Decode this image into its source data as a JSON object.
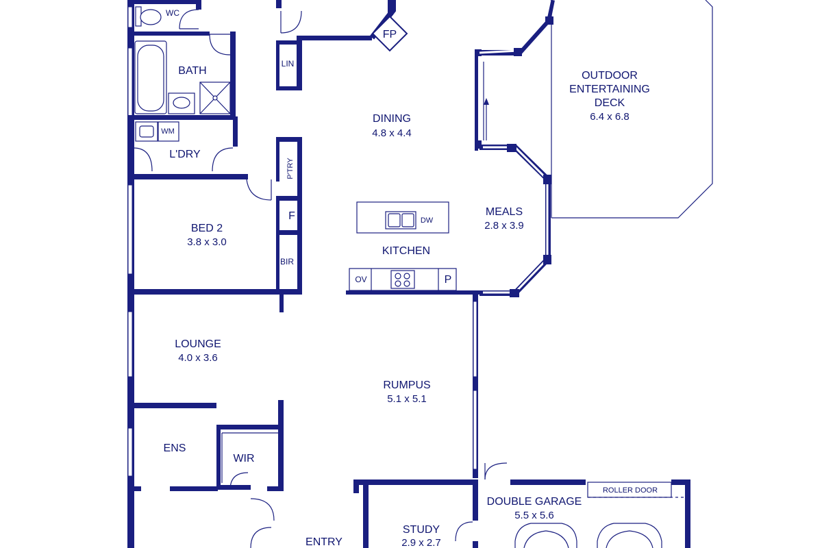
{
  "colors": {
    "ink": "#1a1f80",
    "label": "#0f1570",
    "background": "#ffffff"
  },
  "rooms": {
    "wc": {
      "name": "WC"
    },
    "bath": {
      "name": "BATH"
    },
    "wm": {
      "name": "WM"
    },
    "laundry": {
      "name": "L'DRY"
    },
    "linen": {
      "name": "LIN"
    },
    "fireplace": {
      "name": "FP"
    },
    "pantry": {
      "name": "P'TRY"
    },
    "fridge": {
      "name": "F"
    },
    "bir": {
      "name": "BIR"
    },
    "dining": {
      "name": "DINING",
      "dims": "4.8 x 4.4"
    },
    "deck": {
      "name_line1": "OUTDOOR",
      "name_line2": "ENTERTAINING",
      "name_line3": "DECK",
      "dims": "6.4 x 6.8"
    },
    "bed2": {
      "name": "BED 2",
      "dims": "3.8 x 3.0"
    },
    "meals": {
      "name": "MEALS",
      "dims": "2.8 x 3.9"
    },
    "kitchen": {
      "name": "KITCHEN",
      "dw": "DW",
      "ov": "OV",
      "p": "P"
    },
    "lounge": {
      "name": "LOUNGE",
      "dims": "4.0 x 3.6"
    },
    "rumpus": {
      "name": "RUMPUS",
      "dims": "5.1 x 5.1"
    },
    "ens": {
      "name": "ENS"
    },
    "wir": {
      "name": "WIR"
    },
    "garage": {
      "name": "DOUBLE GARAGE",
      "dims": "5.5 x 5.6",
      "roller": "ROLLER DOOR"
    },
    "study": {
      "name": "STUDY",
      "dims": "2.9 x 2.7"
    },
    "entry": {
      "name": "ENTRY"
    }
  }
}
